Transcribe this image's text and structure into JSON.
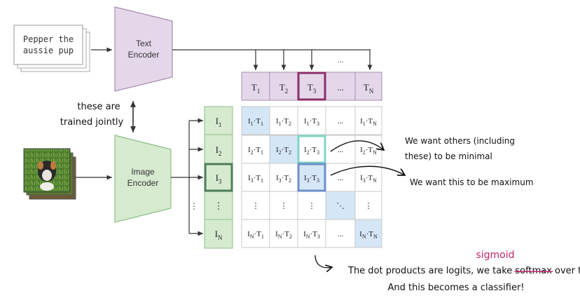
{
  "input_text": {
    "line1": "Pepper the",
    "line2": "aussie pup"
  },
  "text_encoder": {
    "line1": "Text",
    "line2": "Encoder"
  },
  "image_encoder": {
    "line1": "Image",
    "line2": "Encoder"
  },
  "trained_jointly": {
    "line1": "these are",
    "line2": "trained jointly"
  },
  "ellipsis": "...",
  "text_tokens": [
    {
      "base": "T",
      "sub": "1"
    },
    {
      "base": "T",
      "sub": "2"
    },
    {
      "base": "T",
      "sub": "3"
    },
    {
      "base": "...",
      "sub": ""
    },
    {
      "base": "T",
      "sub": "N"
    }
  ],
  "image_tokens": [
    {
      "base": "I",
      "sub": "1"
    },
    {
      "base": "I",
      "sub": "2"
    },
    {
      "base": "I",
      "sub": "3"
    },
    {
      "base": "⋮",
      "sub": ""
    },
    {
      "base": "I",
      "sub": "N"
    }
  ],
  "matrix": {
    "rows": [
      [
        {
          "a": "I",
          "as": "1",
          "b": "T",
          "bs": "1"
        },
        {
          "a": "I",
          "as": "1",
          "b": "T",
          "bs": "2"
        },
        {
          "a": "I",
          "as": "1",
          "b": "T",
          "bs": "3"
        },
        {
          "plain": "..."
        },
        {
          "a": "I",
          "as": "1",
          "b": "T",
          "bs": "N"
        }
      ],
      [
        {
          "a": "I",
          "as": "2",
          "b": "T",
          "bs": "1"
        },
        {
          "a": "I",
          "as": "2",
          "b": "T",
          "bs": "2"
        },
        {
          "a": "I",
          "as": "2",
          "b": "T",
          "bs": "3"
        },
        {
          "plain": "..."
        },
        {
          "a": "I",
          "as": "2",
          "b": "T",
          "bs": "N"
        }
      ],
      [
        {
          "a": "I",
          "as": "3",
          "b": "T",
          "bs": "1"
        },
        {
          "a": "I",
          "as": "3",
          "b": "T",
          "bs": "2"
        },
        {
          "a": "I",
          "as": "3",
          "b": "T",
          "bs": "3"
        },
        {
          "plain": "..."
        },
        {
          "a": "I",
          "as": "3",
          "b": "T",
          "bs": "N"
        }
      ],
      [
        {
          "plain": "⋮"
        },
        {
          "plain": "⋮"
        },
        {
          "plain": "⋮"
        },
        {
          "plain": "⋱"
        },
        {
          "plain": "⋮"
        }
      ],
      [
        {
          "a": "I",
          "as": "N",
          "b": "T",
          "bs": "1"
        },
        {
          "a": "I",
          "as": "N",
          "b": "T",
          "bs": "2"
        },
        {
          "a": "I",
          "as": "N",
          "b": "T",
          "bs": "3"
        },
        {
          "plain": "..."
        },
        {
          "a": "I",
          "as": "N",
          "b": "T",
          "bs": "N"
        }
      ]
    ]
  },
  "annotations": {
    "minimal_line1": "We want others (including",
    "minimal_line2": "these) to be minimal",
    "maximum": "We want this to be maximum",
    "note_line1_pre": "The dot products are logits, we take ",
    "note_struck": "softmax",
    "note_line1_post": " over them",
    "note_line2": "And this becomes a classifier!",
    "correction": "sigmoid"
  },
  "colors": {
    "text_purple": "#e4d7ea",
    "text_purple_stroke": "#a48cb0",
    "highlight_purple": "#8b2f6b",
    "image_green": "#d6ead0",
    "image_green_stroke": "#8dbf86",
    "highlight_green": "#4e7c5a",
    "diag_blue": "#d5e6f6",
    "teal": "#7fd6c5",
    "blue_box": "#6d8fc9",
    "sigmoid_pink": "#c0266b"
  }
}
